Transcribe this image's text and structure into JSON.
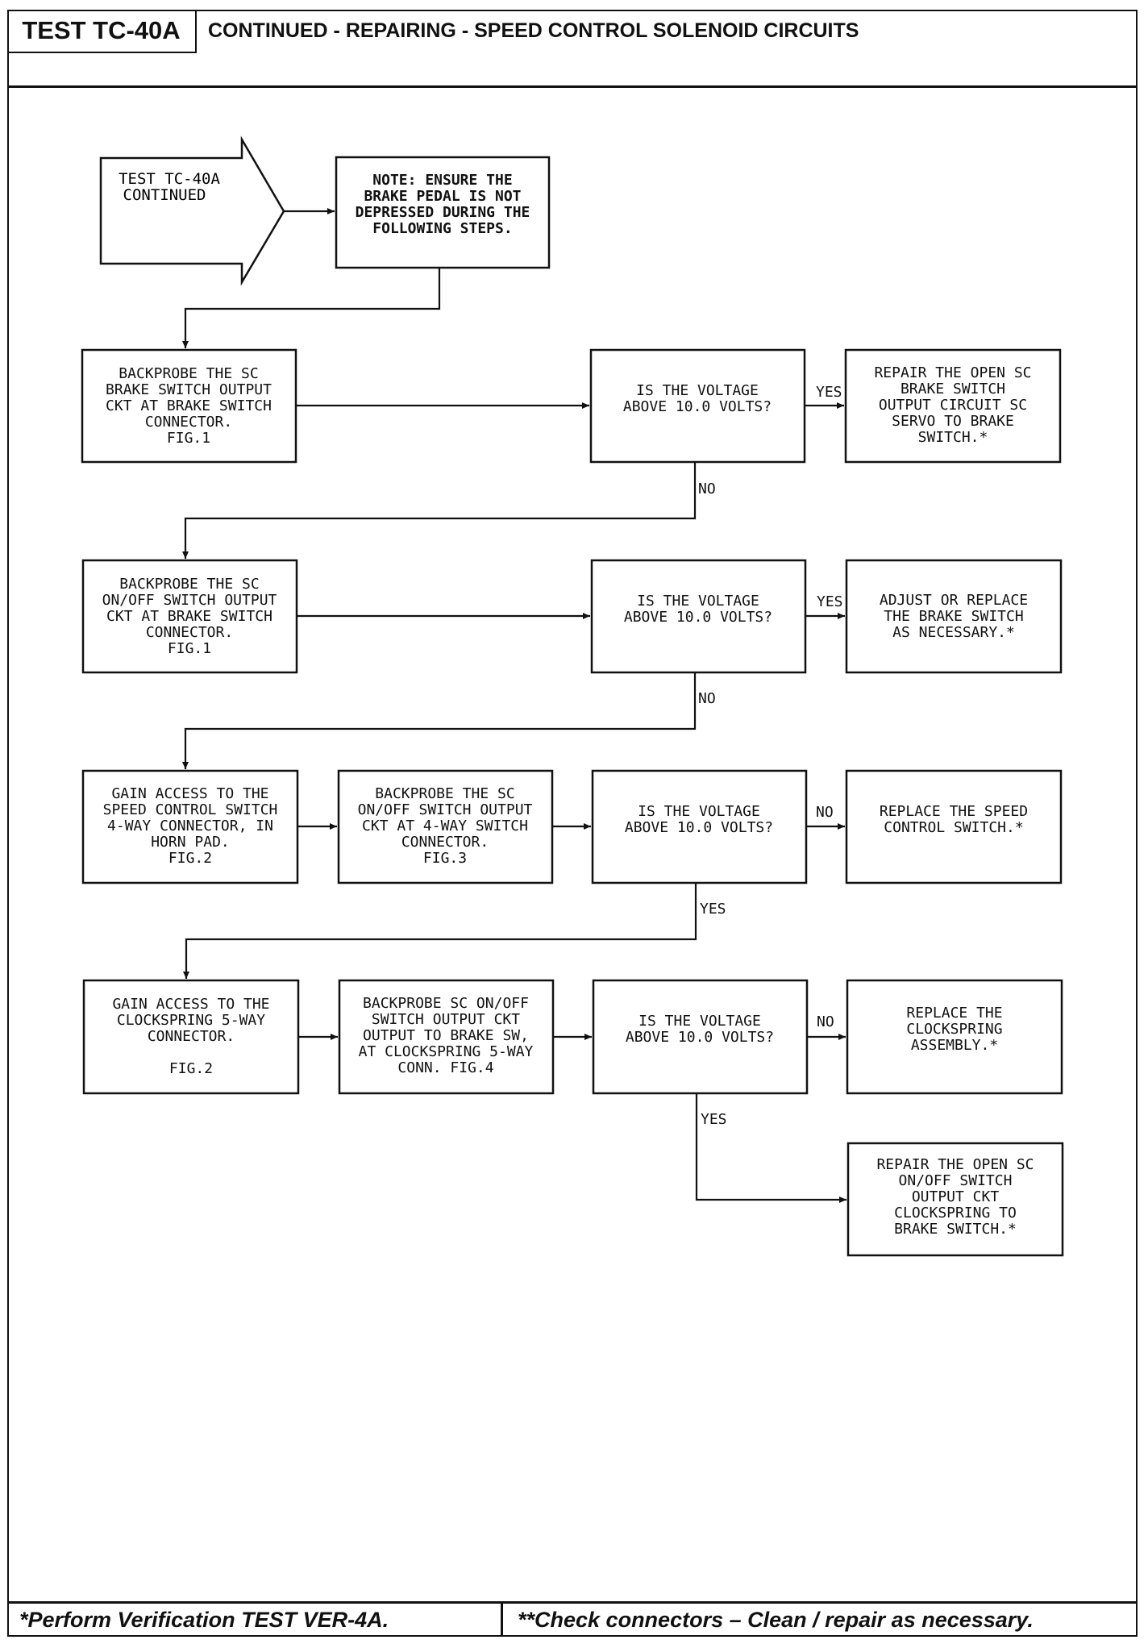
{
  "header": {
    "test_id": "TEST TC-40A",
    "title": "CONTINUED - REPAIRING - SPEED CONTROL SOLENOID CIRCUITS"
  },
  "footer": {
    "left": "*Perform Verification TEST VER-4A.",
    "right": "**Check connectors – Clean / repair as necessary."
  },
  "flow": {
    "start": [
      "TEST TC-40A",
      "CONTINUED"
    ],
    "note": [
      "NOTE: ENSURE THE",
      "BRAKE PEDAL IS NOT",
      "DEPRESSED DURING THE",
      "FOLLOWING STEPS."
    ],
    "step1": [
      "BACKPROBE THE SC",
      "BRAKE SWITCH OUTPUT",
      "CKT AT BRAKE SWITCH",
      "CONNECTOR.",
      "FIG.1"
    ],
    "q1": [
      "IS THE VOLTAGE",
      "ABOVE 10.0 VOLTS?"
    ],
    "r1": [
      "REPAIR THE OPEN SC",
      "BRAKE SWITCH",
      "OUTPUT CIRCUIT SC",
      "SERVO TO BRAKE",
      "SWITCH.*"
    ],
    "step2": [
      "BACKPROBE THE SC",
      "ON/OFF SWITCH OUTPUT",
      "CKT AT BRAKE SWITCH",
      "CONNECTOR.",
      "FIG.1"
    ],
    "q2": [
      "IS THE VOLTAGE",
      "ABOVE 10.0 VOLTS?"
    ],
    "r2": [
      "ADJUST OR REPLACE",
      "THE BRAKE SWITCH",
      "AS NECESSARY.*"
    ],
    "step3a": [
      "GAIN ACCESS TO THE",
      "SPEED CONTROL SWITCH",
      "4-WAY CONNECTOR, IN",
      "HORN PAD.",
      "FIG.2"
    ],
    "step3b": [
      "BACKPROBE THE SC",
      "ON/OFF SWITCH OUTPUT",
      "CKT AT 4-WAY SWITCH",
      "CONNECTOR.",
      "FIG.3"
    ],
    "q3": [
      "IS THE VOLTAGE",
      "ABOVE 10.0 VOLTS?"
    ],
    "r3": [
      "REPLACE THE SPEED",
      "CONTROL SWITCH.*"
    ],
    "step4a": [
      "GAIN ACCESS TO THE",
      "CLOCKSPRING 5-WAY",
      "CONNECTOR.",
      "",
      "FIG.2"
    ],
    "step4b": [
      "BACKPROBE SC ON/OFF",
      "SWITCH OUTPUT CKT",
      "OUTPUT TO BRAKE SW,",
      "AT CLOCKSPRING 5-WAY",
      "CONN. FIG.4"
    ],
    "q4": [
      "IS THE VOLTAGE",
      "ABOVE 10.0 VOLTS?"
    ],
    "r4": [
      "REPLACE THE",
      "CLOCKSPRING",
      "ASSEMBLY.*"
    ],
    "r5": [
      "REPAIR THE OPEN SC",
      "ON/OFF SWITCH",
      "OUTPUT CKT",
      "CLOCKSPRING TO",
      "BRAKE SWITCH.*"
    ],
    "labels": {
      "q1_yes": "YES",
      "q1_no": "NO",
      "q2_yes": "YES",
      "q2_no": "NO",
      "q3_no": "NO",
      "q3_yes": "YES",
      "q4_no": "NO",
      "q4_yes": "YES"
    }
  }
}
